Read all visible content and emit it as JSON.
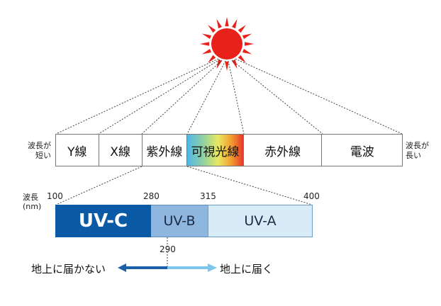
{
  "spectrum": {
    "short_wave": "波長が\n短い",
    "long_wave": "波長が\n長い",
    "bands": [
      "Y線",
      "X線",
      "紫外線",
      "可視光線",
      "赤外線",
      "電波"
    ]
  },
  "uv": {
    "unit_label": "波長\n(nm)",
    "ticks": [
      "100",
      "280",
      "315",
      "400",
      "290"
    ],
    "bands": [
      "UV-C",
      "UV-B",
      "UV-A"
    ]
  },
  "ground": {
    "not_reach": "地上に届かない",
    "reach": "地上に届く"
  },
  "colors": {
    "sun": "#e8211a",
    "uv_c": "#0a5aa6",
    "uv_b": "#8fb6de",
    "uv_a": "#d8ecf8",
    "arrow_dark": "#1a5fa8",
    "arrow_light": "#7cc6ee"
  }
}
